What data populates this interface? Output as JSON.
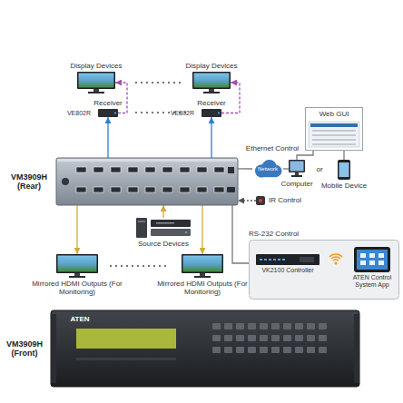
{
  "diagram": {
    "nodes": [
      {
        "text": [
          "Display Devices"
        ]
      },
      {
        "text": [
          "Display Devices"
        ]
      },
      {
        "text": [
          "Web GUI"
        ]
      },
      {
        "text": [
          "Receiver",
          "VE802R"
        ]
      },
      {
        "text": [
          "Receiver",
          "VE802R"
        ]
      },
      {
        "text": [
          "Network"
        ]
      },
      {
        "text": [
          "Computer"
        ]
      },
      {
        "text": [
          "Mobile Device"
        ]
      },
      {
        "text": [
          "VM3909H (Rear)"
        ]
      },
      {
        "text": [
          "IR Control"
        ]
      },
      {
        "text": [
          "Source Devices"
        ]
      },
      {
        "text": [
          "RS-232 Control"
        ]
      },
      {
        "text": [
          "VK2100 Controller"
        ],
        "in": 11
      },
      {
        "text": [
          "ATEN Control System App"
        ],
        "in": 11
      },
      {
        "text": [
          "Mirrored HDMI Outputs (For Monitoring)"
        ]
      },
      {
        "text": [
          "Mirrored HDMI Outputs (For Monitoring)"
        ]
      },
      {
        "text": [
          "VM3909H (Front)"
        ]
      }
    ],
    "edges": [
      {
        "from": 8,
        "to": 3,
        "arrow": "to"
      },
      {
        "from": 3,
        "to": 0,
        "arrow": "to"
      },
      {
        "from": 8,
        "to": 4,
        "arrow": "to"
      },
      {
        "from": 4,
        "to": 1,
        "arrow": "to"
      },
      {
        "from": 8,
        "to": 5,
        "label": "Ethernet Control",
        "arrow": "none"
      },
      {
        "from": 5,
        "to": 6,
        "arrow": "none"
      },
      {
        "from": 2,
        "to": 6,
        "arrow": "none"
      },
      {
        "from": 2,
        "to": 7,
        "arrow": "none"
      },
      {
        "from": 9,
        "to": 8,
        "arrow": "to"
      },
      {
        "from": 8,
        "to": 11,
        "arrow": "none"
      },
      {
        "from": 10,
        "to": 8,
        "arrow": "to"
      },
      {
        "from": 8,
        "to": 14,
        "arrow": "to"
      },
      {
        "from": 8,
        "to": 15,
        "arrow": "to"
      }
    ],
    "labels": [
      "or",
      "ATEN"
    ]
  }
}
